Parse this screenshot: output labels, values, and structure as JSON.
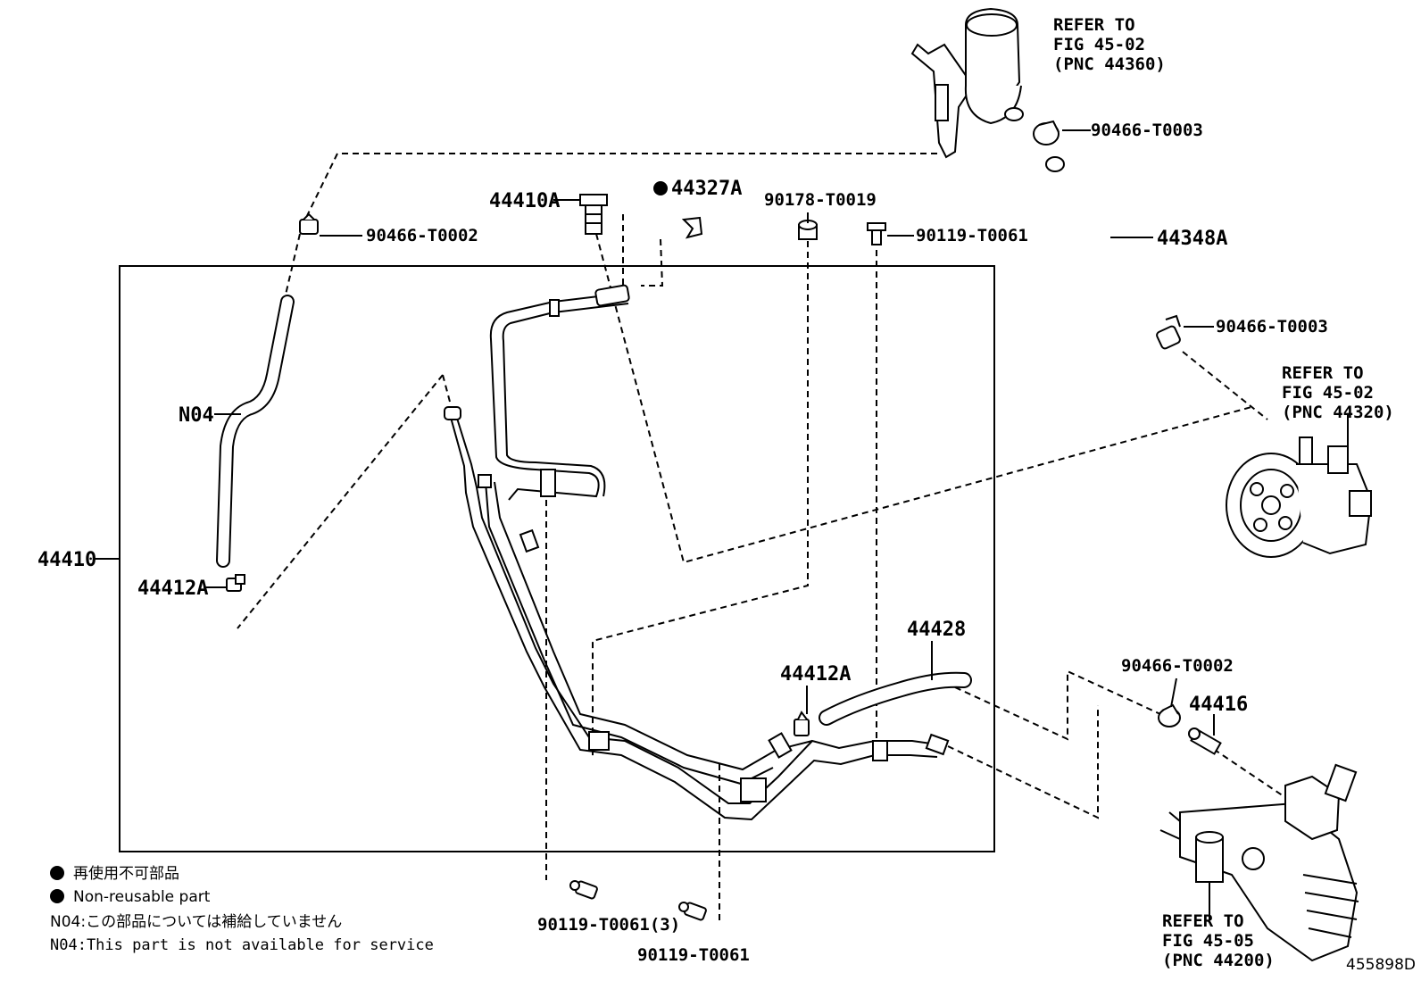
{
  "labels": {
    "refer_reservoir": [
      "REFER TO",
      "FIG 45-02",
      "(PNC 44360)"
    ],
    "refer_pump": [
      "REFER TO",
      "FIG 45-02",
      "(PNC 44320)"
    ],
    "refer_rack": [
      "REFER TO",
      "FIG 45-05",
      "(PNC 44200)"
    ],
    "clamp_top_right": "90466-T0003",
    "hose_44348a": "44348A",
    "clamp_mid_right": "90466-T0003",
    "clamp_top_left": "90466-T0002",
    "union_bolt": "44410A",
    "gasket": "44327A",
    "nut_90178": "90178-T0019",
    "bolt_top": "90119-T0061",
    "hose_n04": "N04",
    "tube_assy": "44410",
    "clamp_left": "44412A",
    "hose_44428": "44428",
    "clamp_center": "44412A",
    "clamp_rack": "90466-T0002",
    "union_44416": "44416",
    "bolt_bottom_left": "90119-T0061(3)",
    "bolt_bottom": "90119-T0061"
  },
  "legend": {
    "non_reusable_jp": "再使用不可部品",
    "non_reusable_en": "Non-reusable part",
    "n04_note_jp": "N04:この部品については補給していません",
    "n04_note_en": "N04:This part is not available for service"
  },
  "figure_id": "455898D",
  "colors": {
    "line": "#000000",
    "background": "#ffffff"
  }
}
